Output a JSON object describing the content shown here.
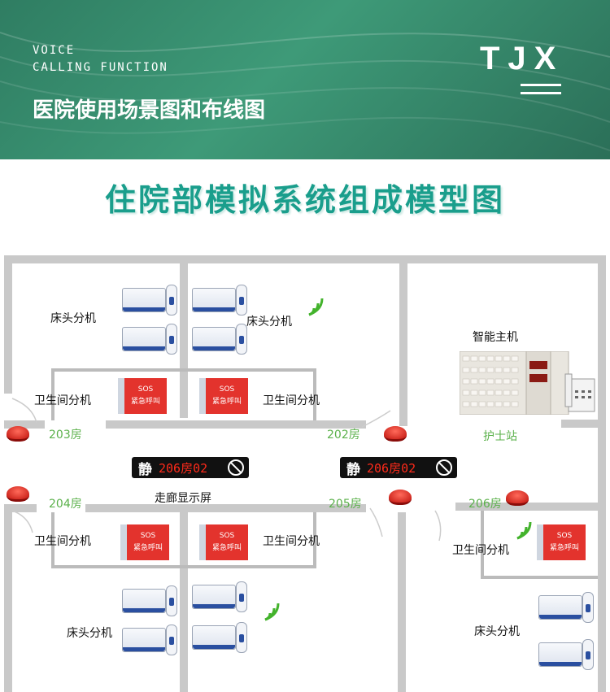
{
  "header": {
    "voice_line1": "VOICE",
    "voice_line2": "CALLING FUNCTION",
    "brand": "TJX",
    "scene_title": "医院使用场景图和布线图"
  },
  "subtitle": "住院部模拟系统组成模型图",
  "labels": {
    "bed_unit": "床头分机",
    "bathroom_unit": "卫生间分机",
    "smart_host": "智能主机",
    "nurse_station": "护士站",
    "corridor_display": "走廊显示屏"
  },
  "rooms": {
    "r203": "203房",
    "r202": "202房",
    "r204": "204房",
    "r205": "205房",
    "r206": "206房"
  },
  "displays": {
    "quiet_char": "静",
    "text": "206房02"
  },
  "sos": {
    "label": "SOS",
    "caption": "紧急呼叫"
  },
  "colors": {
    "banner_green": "#2f7d62",
    "subtitle_teal": "#1a9e8c",
    "room_green": "#5bb14b",
    "alarm_red": "#e3332d",
    "led_red": "#ff2a1a"
  },
  "icons": [
    "wifi-signal-icon",
    "mute-icon",
    "door-lamp-icon",
    "sos-button-icon",
    "bedside-unit-icon"
  ]
}
